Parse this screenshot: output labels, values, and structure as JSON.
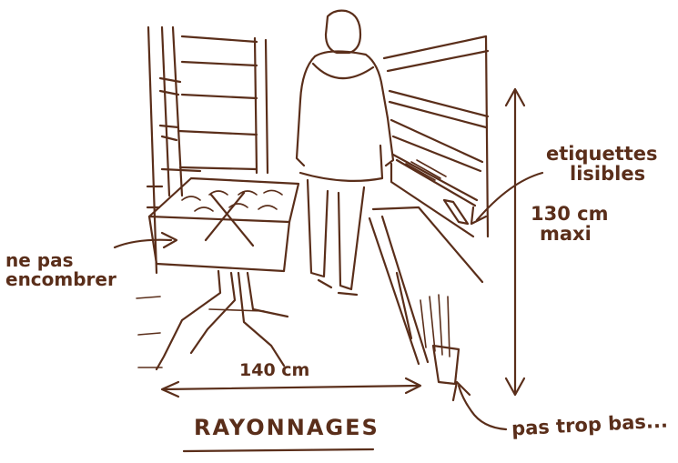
{
  "annotations": {
    "encombrer": [
      "ne pas",
      "encombrer"
    ],
    "etiquettes": [
      "etiquettes",
      "lisibles"
    ],
    "height": [
      "130 cm",
      "maxi"
    ],
    "width": "140 cm",
    "bas": "pas trop bas..."
  },
  "title": "RAYONNAGES",
  "colors": {
    "ink": "#5a2e1a",
    "paper": "#ffffff"
  }
}
